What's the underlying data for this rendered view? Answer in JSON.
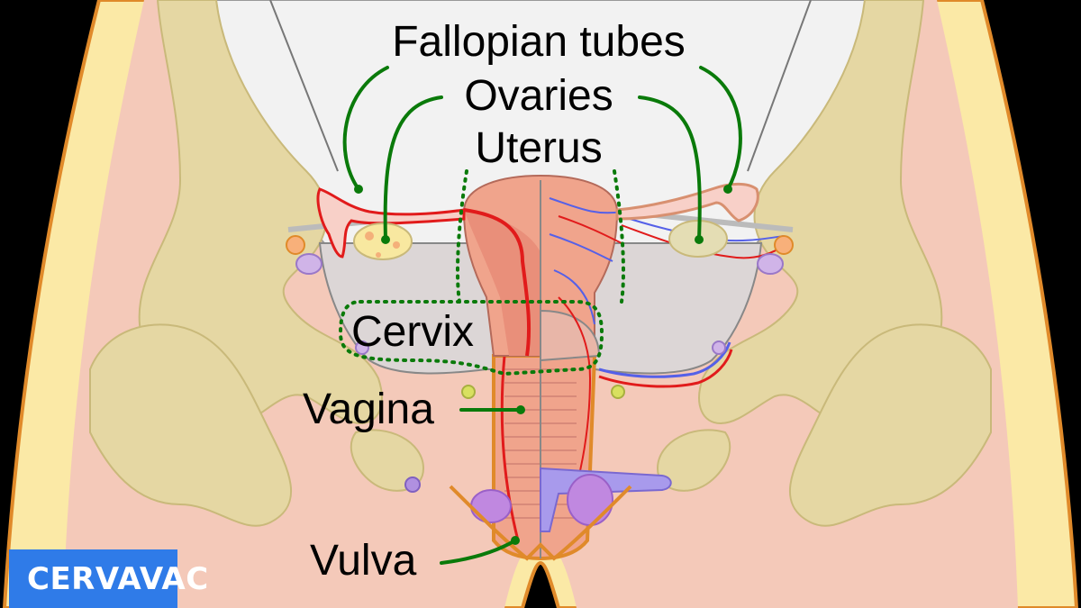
{
  "labels": {
    "fallopian_tubes": "Fallopian tubes",
    "ovaries": "Ovaries",
    "uterus": "Uterus",
    "cervix": "Cervix",
    "vagina": "Vagina",
    "vulva": "Vulva"
  },
  "brand": {
    "text": "CERVAVAC"
  },
  "colors": {
    "background": "#000000",
    "skin": "#f4c9b9",
    "bone": "#e5d7a3",
    "fat": "#fbe9a6",
    "pelvic_cavity": "#f2f2f2",
    "ligament": "#d9d4d4",
    "uterus": "#f0a48c",
    "artery": "#e11b1b",
    "vein": "#5560e8",
    "leader": "#0a7a0a",
    "brand_bg": "#2f7be8"
  }
}
